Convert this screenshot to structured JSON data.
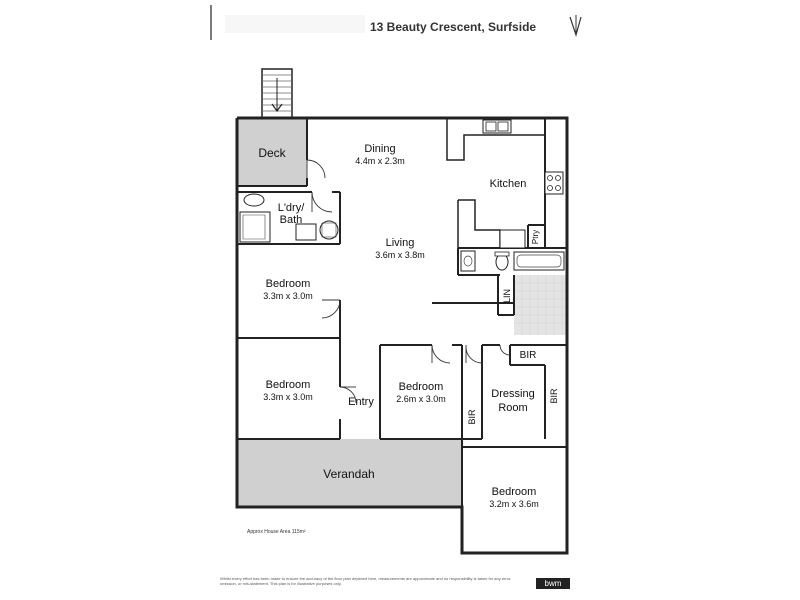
{
  "header": {
    "address": "13 Beauty Crescent, Surfside"
  },
  "rooms": {
    "deck": {
      "name": "Deck"
    },
    "dining": {
      "name": "Dining",
      "size": "4.4m x 2.3m"
    },
    "kitchen": {
      "name": "Kitchen"
    },
    "laundry": {
      "name_line1": "L'dry/",
      "name_line2": "Bath"
    },
    "living": {
      "name": "Living",
      "size": "3.6m x 3.8m"
    },
    "bedroom1": {
      "name": "Bedroom",
      "size": "3.3m x 3.0m"
    },
    "bedroom2": {
      "name": "Bedroom",
      "size": "3.3m x 3.0m"
    },
    "bedroom3": {
      "name": "Bedroom",
      "size": "2.6m x 3.0m"
    },
    "bedroom4": {
      "name": "Bedroom",
      "size": "3.2m x 3.6m"
    },
    "entry": {
      "name": "Entry"
    },
    "dressing": {
      "name_line1": "Dressing",
      "name_line2": "Room"
    },
    "verandah": {
      "name": "Verandah"
    },
    "linen": {
      "name": "LIN"
    },
    "pantry": {
      "name": "Ptry"
    },
    "bir1": {
      "name": "BIR"
    },
    "bir2": {
      "name": "BIR"
    },
    "bir3": {
      "name": "BIR"
    }
  },
  "footer": {
    "area_note": "Approx House Area 115m²",
    "disclaimer": "Whilst every effort has been made to ensure the accuracy of the floor plan depicted here, measurements are approximate and no responsibility is taken for any error, omission, or mis-statement. This plan is for illustrative purposes only.",
    "brand": "bwm"
  },
  "colors": {
    "wall": "#222222",
    "shaded": "#d0d0d0",
    "tile": "#e4e4e4"
  }
}
